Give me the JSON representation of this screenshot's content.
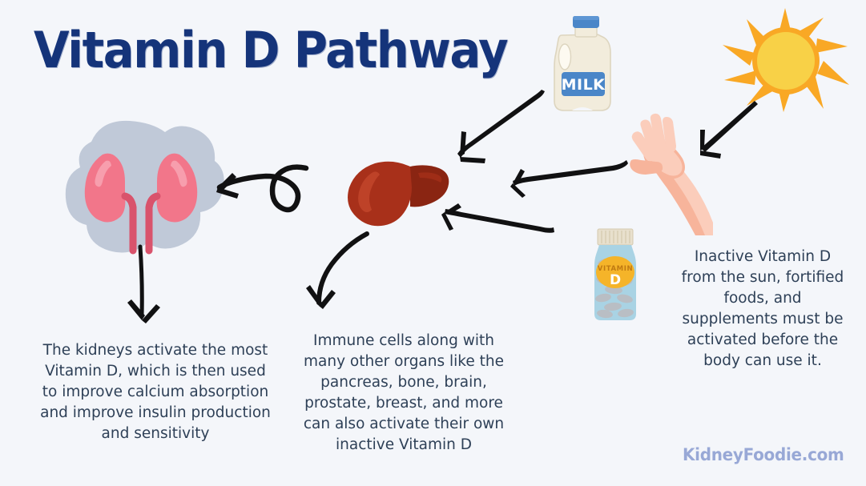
{
  "page": {
    "title": "Vitamin D Pathway",
    "background_color": "#f4f6fa",
    "title_color": "#15347a",
    "body_text_color": "#2e4057",
    "brand_color": "#98a8d6"
  },
  "texts": {
    "kidney": "The kidneys activate the most Vitamin D, which is then used to improve calcium absorption and improve insulin production and sensitivity",
    "immune": "Immune cells along with many other organs like the pancreas, bone, brain, prostate, breast, and more can also activate their own inactive Vitamin D",
    "inactive": "Inactive Vitamin D from the sun, fortified foods, and supplements must be activated before the body can use it."
  },
  "brand": {
    "label": "KidneyFoodie.com"
  },
  "illustrations": {
    "milk": {
      "name": "milk-jug",
      "label": "MILK",
      "body_color": "#f2ecdc",
      "cap_color": "#4a86c8",
      "label_color": "#4a86c8",
      "label_text_color": "#ffffff"
    },
    "sun": {
      "name": "sun",
      "core_color": "#f8d147",
      "ray_color": "#f9a825"
    },
    "arm": {
      "name": "arm-and-hand",
      "skin_color": "#f7b49b",
      "skin_highlight": "#fbcdbb"
    },
    "supplement": {
      "name": "vitamin-d-supplement-bottle",
      "label_line1": "VITAMIN",
      "label_line2": "D",
      "bottle_color": "#a9d3e4",
      "cap_color": "#e8e0cd",
      "pill_color": "#b9bec4",
      "label_color": "#f5b429",
      "label_text_color": "#c07a12"
    },
    "liver": {
      "name": "liver",
      "main_color": "#a8301a",
      "dark_color": "#8a2512",
      "highlight_color": "#c2452c"
    },
    "kidneys": {
      "name": "kidneys",
      "blob_color": "#c0c9d8",
      "kidney_color": "#f2768a",
      "ureter_color": "#d9536c",
      "highlight_color": "#f79ead"
    }
  },
  "arrows": [
    {
      "name": "arrow-milk-to-liver",
      "style": "straight",
      "direction": "down-left"
    },
    {
      "name": "arrow-sun-to-arm",
      "style": "straight",
      "direction": "down-left"
    },
    {
      "name": "arrow-arm-to-liver",
      "style": "straight",
      "direction": "left"
    },
    {
      "name": "arrow-supplement-to-liver",
      "style": "straight",
      "direction": "left"
    },
    {
      "name": "arrow-liver-to-kidneys",
      "style": "curly-loop",
      "direction": "left"
    },
    {
      "name": "arrow-liver-to-immune",
      "style": "curved",
      "direction": "down-left"
    },
    {
      "name": "arrow-kidneys-to-text",
      "style": "straight",
      "direction": "down"
    }
  ]
}
